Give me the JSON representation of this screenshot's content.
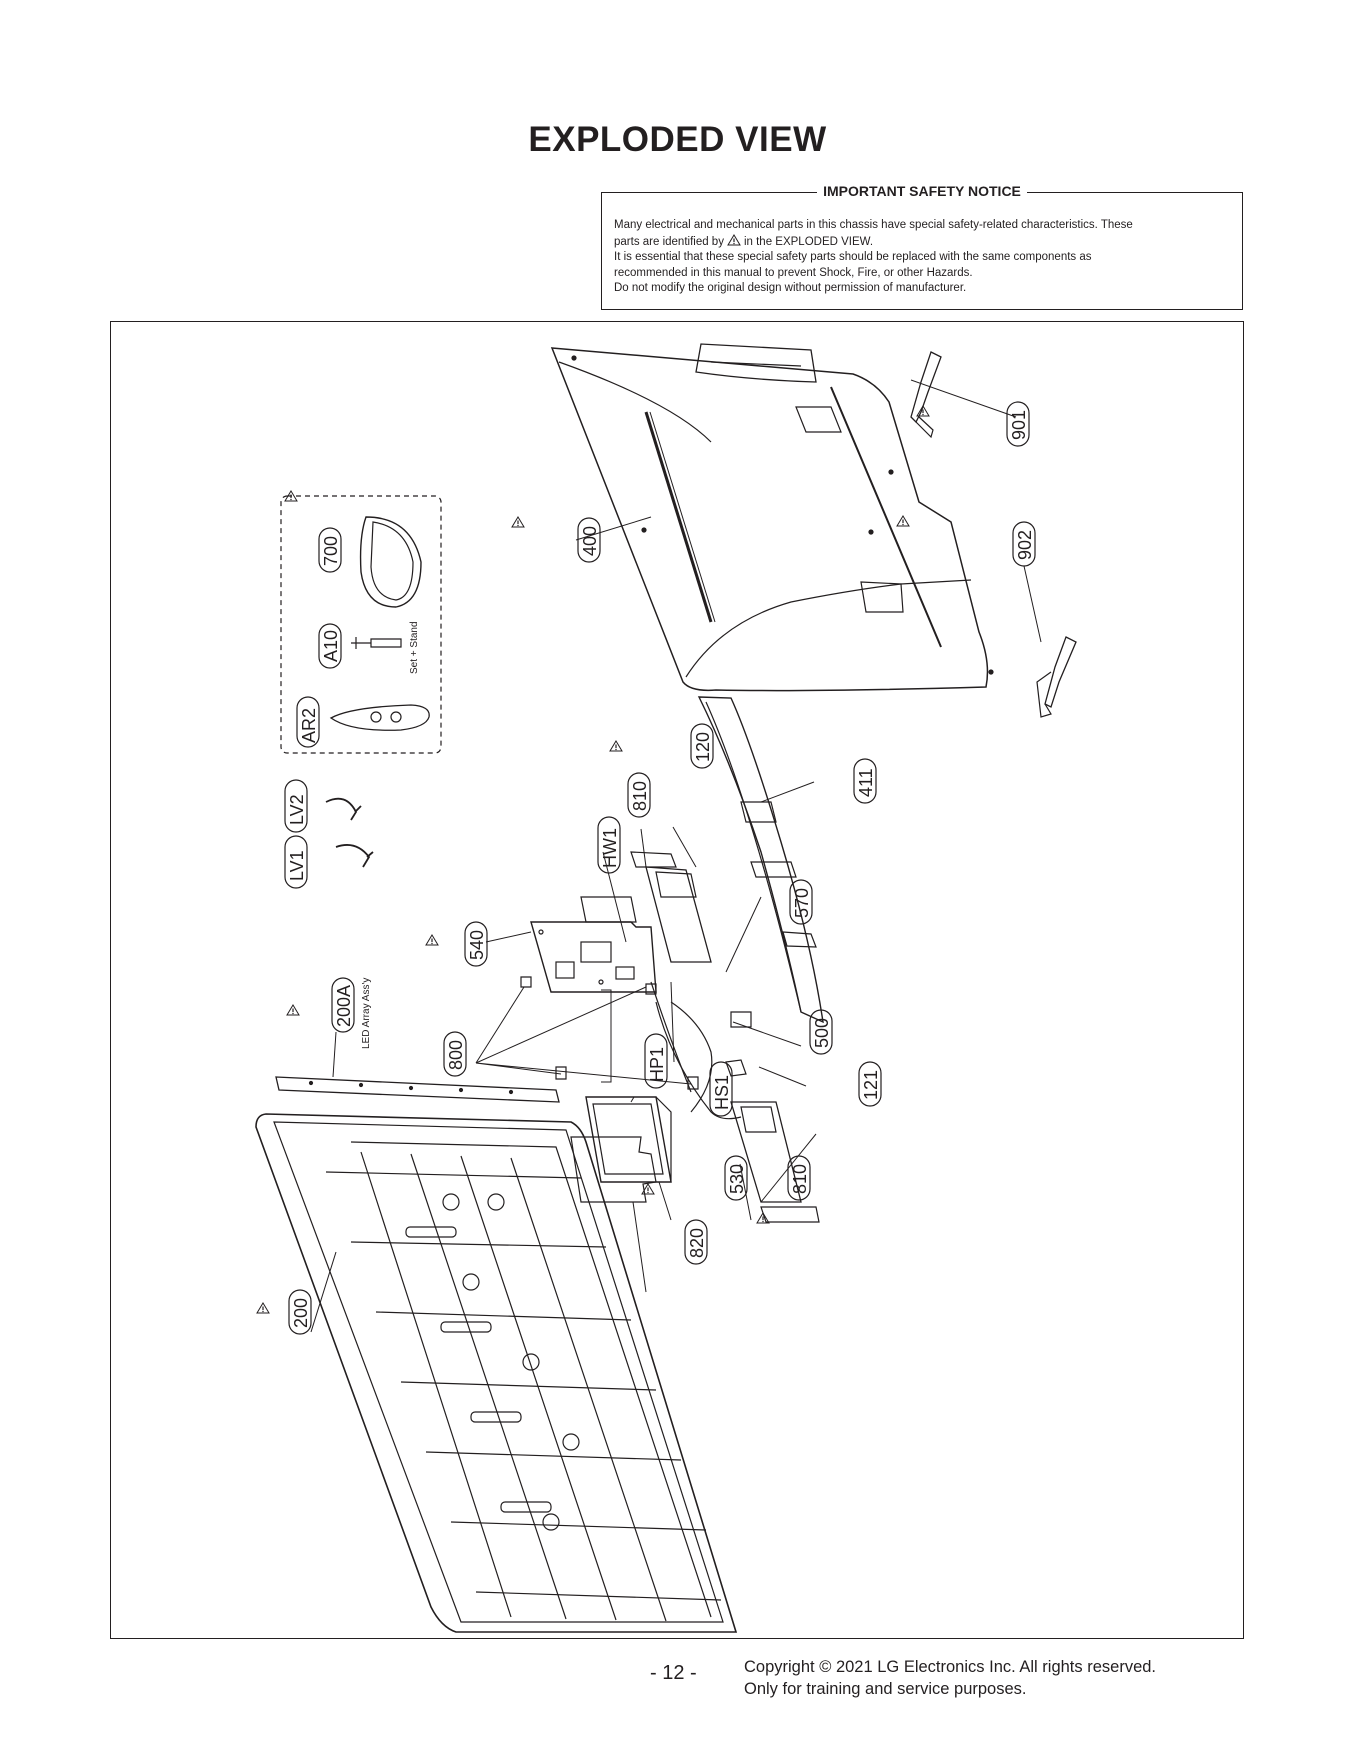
{
  "page": {
    "title": "EXPLODED VIEW",
    "page_number": "- 12 -",
    "copyright_line1": "Copyright © 2021 LG Electronics Inc. All rights reserved.",
    "copyright_line2": "Only for training and service purposes."
  },
  "notice": {
    "title": "IMPORTANT SAFETY NOTICE",
    "line1": "Many electrical and mechanical parts in this chassis have special safety-related characteristics. These",
    "line2a": "parts are identified by",
    "line2b": "in the EXPLODED VIEW.",
    "line3": "It is essential that these special safety parts should be replaced with the same components as",
    "line4": "recommended in this manual to prevent Shock, Fire, or other Hazards.",
    "line5": "Do not modify the original design without permission of manufacturer."
  },
  "diagram": {
    "set_stand_note": "Set + Stand",
    "led_array_note": "LED Array Ass'y",
    "parts": [
      {
        "id": "901",
        "safety": true
      },
      {
        "id": "902",
        "safety": true
      },
      {
        "id": "400",
        "safety": true
      },
      {
        "id": "700",
        "safety": true
      },
      {
        "id": "A10",
        "safety": false
      },
      {
        "id": "AR2",
        "safety": false
      },
      {
        "id": "120",
        "safety": true
      },
      {
        "id": "810",
        "safety": false
      },
      {
        "id": "411",
        "safety": false
      },
      {
        "id": "HW1",
        "safety": false
      },
      {
        "id": "LV2",
        "safety": false
      },
      {
        "id": "LV1",
        "safety": false
      },
      {
        "id": "570",
        "safety": false
      },
      {
        "id": "540",
        "safety": true
      },
      {
        "id": "500",
        "safety": false
      },
      {
        "id": "200A",
        "safety": true
      },
      {
        "id": "800",
        "safety": false
      },
      {
        "id": "HP1",
        "safety": false
      },
      {
        "id": "HS1",
        "safety": false
      },
      {
        "id": "121",
        "safety": true
      },
      {
        "id": "530",
        "safety": true
      },
      {
        "id": "810",
        "safety": false
      },
      {
        "id": "820",
        "safety": false
      },
      {
        "id": "200",
        "safety": true
      }
    ]
  }
}
